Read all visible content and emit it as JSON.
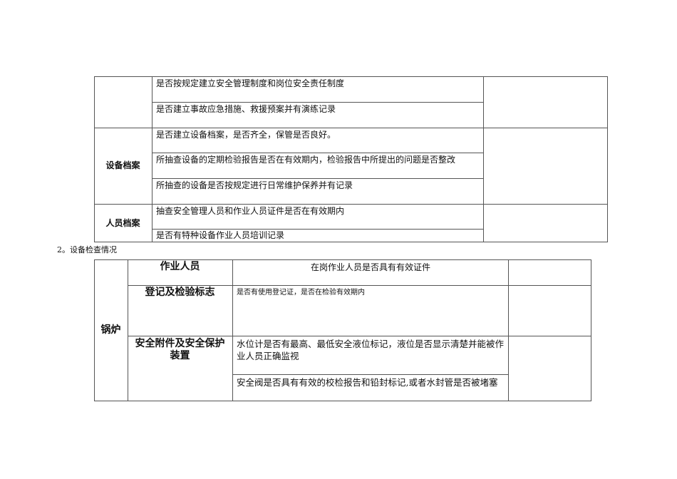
{
  "table1": {
    "rows": [
      {
        "category": "",
        "items": [
          "是否按规定建立安全管理制度和岗位安全责任制度",
          "是否建立事故应急措施、救援预案并有演练记录"
        ]
      },
      {
        "category": "设备档案",
        "items": [
          "是否建立设备档案，是否齐全，保管是否良好。",
          "所抽查设备的定期检验报告是否在有效期内，检验报告中所提出的问题是否整改",
          "所抽查的设备是否按规定进行日常维护保养并有记录"
        ]
      },
      {
        "category": "人员档案",
        "items": [
          "抽查安全管理人员和作业人员证件是否在有效期内",
          "是否有特种设备作业人员培训记录"
        ]
      }
    ]
  },
  "section2": {
    "caption": "2。设备检查情况"
  },
  "table2": {
    "equipment": "锅炉",
    "rows": [
      {
        "item": "作业人员",
        "checks": [
          "在岗作业人员是否具有有效证件"
        ]
      },
      {
        "item": "登记及检验标志",
        "checks": [
          "是否有使用登记证，是否在检验有效期内"
        ]
      },
      {
        "item": "安全附件及安全保护装置",
        "checks": [
          "水位计是否有最高、最低安全液位标记，液位是否显示清楚并能被作业人员正确监视",
          "安全阀是否具有有效的校检报告和铅封标记,或者水封管是否被堵塞"
        ]
      }
    ]
  }
}
